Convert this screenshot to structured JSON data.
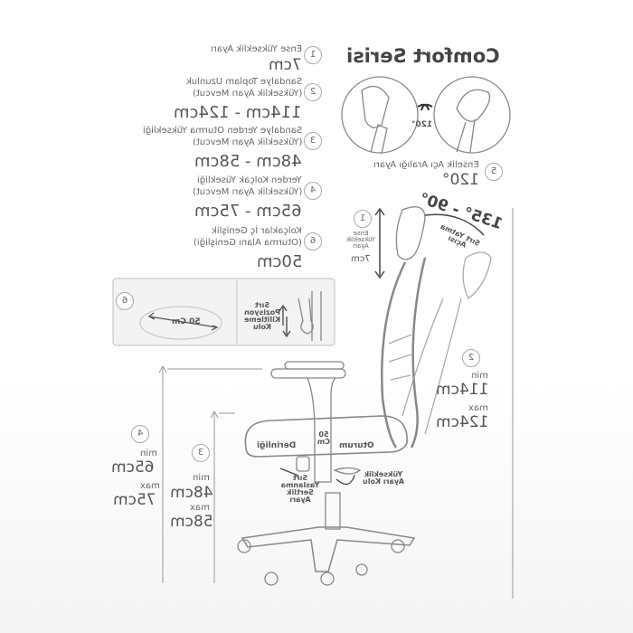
{
  "title": "Comfort Serisi",
  "specs": [
    {
      "num": "1",
      "label": "Ense Yükseklik Ayarı",
      "value": "7cm"
    },
    {
      "num": "2",
      "label": "Sandalye Toplam Uzunluk",
      "note": "(Yükseklik Ayarı Mevcut)",
      "value": "114cm - 124cm"
    },
    {
      "num": "3",
      "label": "Sandalye Yerden Oturma Yüksekliği",
      "note": "(Yükseklik Ayarı Mevcut)",
      "value": "48cm - 58cm"
    },
    {
      "num": "4",
      "label": "Yerden Kolçak Yüsekliği",
      "note": "(Yükseklik Ayarı Mevcut)",
      "value": "65cm - 75cm"
    },
    {
      "num": "6",
      "label": "Kolçaklar İç Genişlik",
      "note": "(Oturma Alanı Genişliği)",
      "value": "50cm"
    }
  ],
  "headrest": {
    "num": "5",
    "label": "Enselik Açı Aralığı Ayarı",
    "value": "120°",
    "angle_badge": "120°"
  },
  "recline": {
    "angle": "135° - 90°",
    "label": "Sırt Yatma Açısı"
  },
  "headrest_callout": {
    "num": "1",
    "label": "Ense Yükseklik Ayarı",
    "value": "7cm"
  },
  "inset": {
    "num": "6",
    "width": "50 Cm",
    "lever": "Sırt Pozisyon Kilitleme Kolu"
  },
  "seat": {
    "depth_value": "50 Cm",
    "depth_left": "Derinliği",
    "depth_right": "Oturum"
  },
  "tension_knob": "Sırt Yaslanma Sertlik Ayarı",
  "height_lever": "Yükseklik Ayarı Kolu",
  "dim_total": {
    "num": "2",
    "min_label": "min",
    "min": "114cm",
    "max_label": "max",
    "max": "124cm"
  },
  "dim_arm": {
    "num": "4",
    "min_label": "min",
    "min": "65cm",
    "max_label": "max",
    "max": "75cm"
  },
  "dim_seat": {
    "num": "3",
    "min_label": "min",
    "min": "48cm",
    "max_label": "max",
    "max": "58cm"
  }
}
